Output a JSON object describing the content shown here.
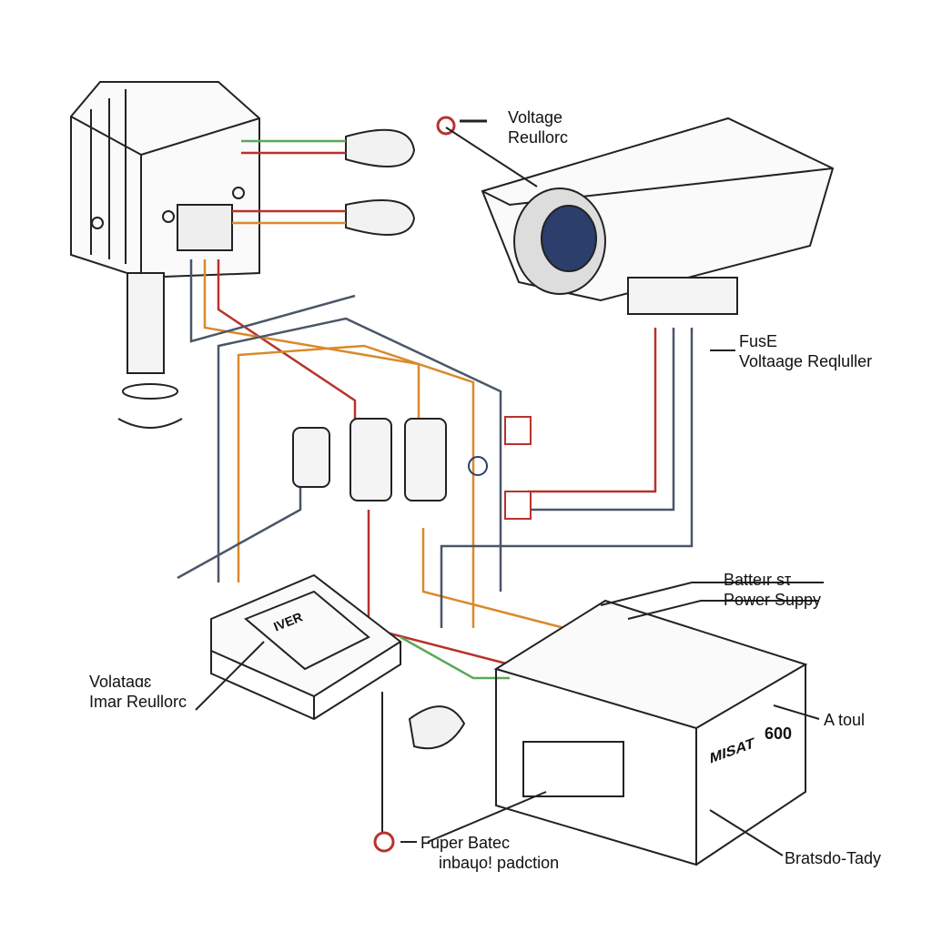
{
  "labels": {
    "camera_top": [
      "Voltage",
      "Reullorc"
    ],
    "camera_side": [
      "FusE",
      "Voltaage Reqluller"
    ],
    "battery": [
      "Batteır sτ",
      "Power Suppy"
    ],
    "left_regulator": [
      "Volataɑɛ",
      "Imar Reullorc"
    ],
    "right_side": "A toul",
    "bottom_fuse": [
      "Fuper Batec",
      "inbaɥo! padction"
    ],
    "bottom_right": "Bratsdo-Tady",
    "battery_marking": "600",
    "battery_brand": "MISAT",
    "regulator_marking": "IVER"
  },
  "colors": {
    "wire_red": "#b8322c",
    "wire_orange": "#d98a2b",
    "wire_green": "#5aa85a",
    "wire_gray": "#4a5668",
    "lens": "#2c3e6b"
  },
  "icons": [
    "power-unit",
    "camera",
    "fuse-holder",
    "regulator-module",
    "battery-box",
    "connector-clip",
    "fuse-icon"
  ]
}
